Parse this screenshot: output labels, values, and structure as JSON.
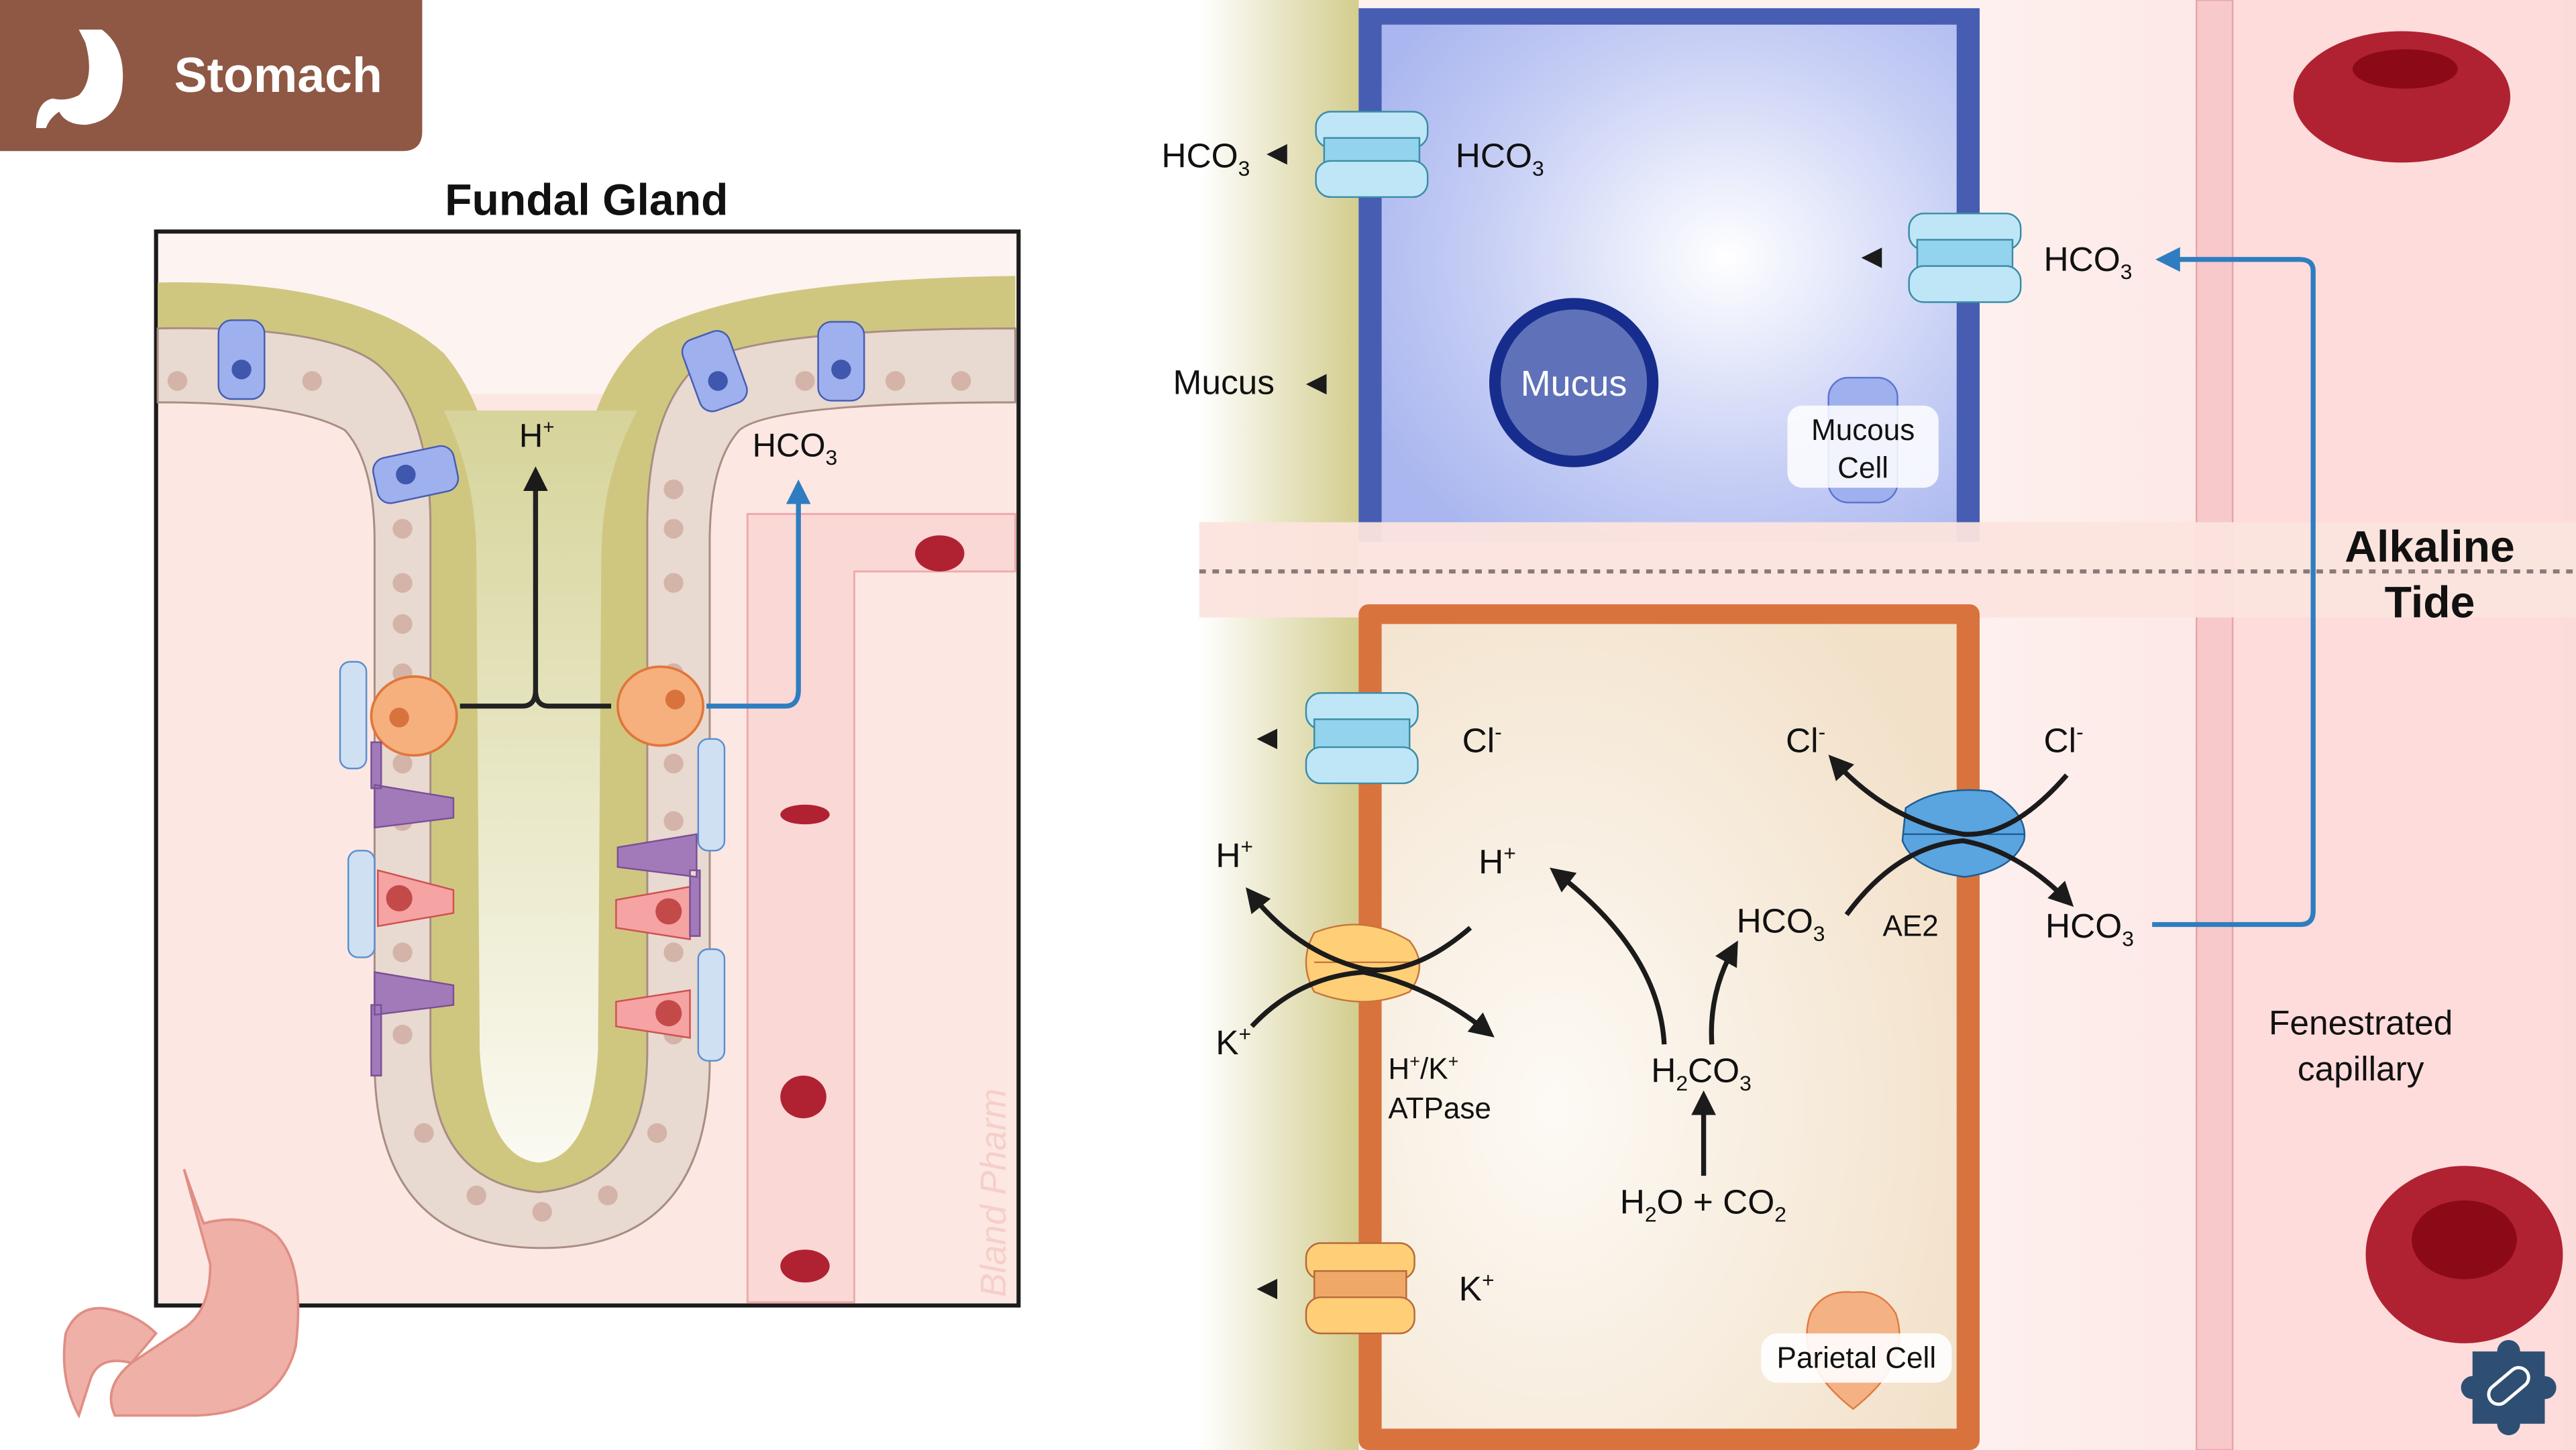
{
  "header": {
    "section_title": "Stomach",
    "section_color": "#8e5844",
    "icon": "stomach-icon"
  },
  "left_panel": {
    "title": "Fundal Gland",
    "labels": {
      "h_plus": "H",
      "h_plus_sup": "+",
      "hco3": "HCO",
      "hco3_sub": "3"
    },
    "watermark": "Bland Pharm",
    "icon": "stomach-illustration-icon"
  },
  "right_panel": {
    "mucous_zone": {
      "hco3_out_left": "HCO",
      "hco3_out_left_sub": "3",
      "hco3_in": "HCO",
      "hco3_in_sub": "3",
      "hco3_blood": "HCO",
      "hco3_blood_sub": "3",
      "mucus_out": "Mucus",
      "mucus_granule": "Mucus",
      "cell_label_line1": "Mucous",
      "cell_label_line2": "Cell"
    },
    "parietal_zone": {
      "cl_channel": "Cl",
      "cl_channel_sup": "-",
      "h_lumen": "H",
      "h_lumen_sup": "+",
      "h_cell": "H",
      "h_cell_sup": "+",
      "k_lumen": "K",
      "k_lumen_sup": "+",
      "atpase_line1_a": "H",
      "atpase_line1_sup1": "+",
      "atpase_line1_b": "/K",
      "atpase_line1_sup2": "+",
      "atpase_line2": "ATPase",
      "h2co3_a": "H",
      "h2co3_sub1": "2",
      "h2co3_b": "CO",
      "h2co3_sub2": "3",
      "h2o_a": "H",
      "h2o_sub": "2",
      "h2o_b": "O + CO",
      "co2_sub": "2",
      "hco3_cell": "HCO",
      "hco3_cell_sub": "3",
      "cl_cell": "Cl",
      "cl_cell_sup": "-",
      "cl_blood": "Cl",
      "cl_blood_sup": "-",
      "ae2": "AE2",
      "hco3_blood": "HCO",
      "hco3_blood_sub": "3",
      "k_channel": "K",
      "k_channel_sup": "+",
      "cell_label": "Parietal Cell"
    },
    "alkaline_tide_line1": "Alkaline",
    "alkaline_tide_line2": "Tide",
    "capillary_line1": "Fenestrated",
    "capillary_line2": "capillary",
    "corner_icon": "puzzle-capsule-icon"
  },
  "colors": {
    "mucus_layer": "#cfc780",
    "mucous_membrane": "#465db2",
    "parietal_membrane": "#d9733d",
    "channel_blue": "#bfe6f7",
    "channel_orange": "#ffcf78",
    "exchanger_blue": "#5aa4e0",
    "arrow_blue": "#2f7dc0",
    "rbc_red": "#b02232",
    "capillary_pink": "#fde0de"
  }
}
